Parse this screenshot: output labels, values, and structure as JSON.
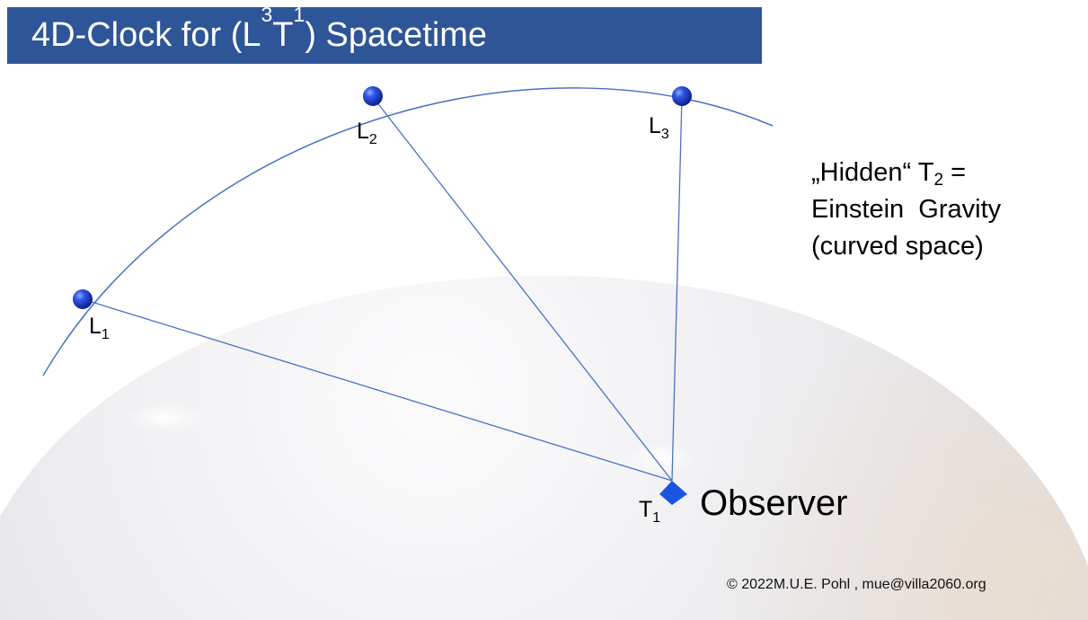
{
  "slide": {
    "title": {
      "prefix": "4D-Clock for (L",
      "sup1": "3",
      "mid": "T",
      "sup2": "1",
      "suffix": ") Spacetime"
    },
    "points": [
      {
        "base": "L",
        "sub": "1"
      },
      {
        "base": "L",
        "sub": "2"
      },
      {
        "base": "L",
        "sub": "3"
      }
    ],
    "observer": {
      "base": "T",
      "sub": "1",
      "label": "Observer"
    },
    "note": {
      "line1_prefix": "„Hidden“ T",
      "line1_sub": "2",
      "line1_suffix": " =",
      "line2": "Einstein  Gravity",
      "line3": "(curved space)"
    },
    "copyright": "© 2022M.U.E. Pohl , mue@villa2060.org"
  },
  "colors": {
    "title_bar": "#2e5597",
    "line": "#4a72c4",
    "point": "#1f3fd0",
    "observer_marker": "#1a55e0",
    "sphere": "#f1f1f3"
  }
}
